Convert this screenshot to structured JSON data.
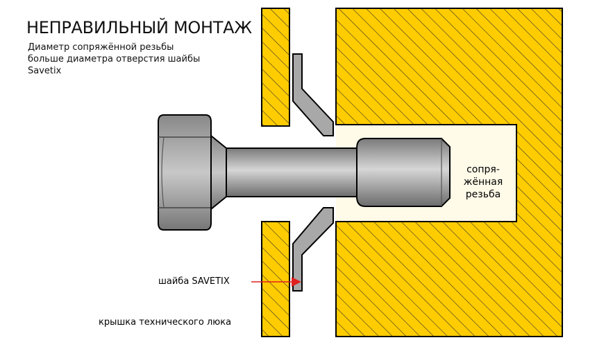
{
  "title": "НЕПРАВИЛЬНЫЙ МОНТАЖ",
  "subtitle_lines": [
    "Диаметр сопряжённой резьбы",
    "больше диаметра отверстия шайбы",
    "Savetix"
  ],
  "labels": {
    "thread_lines": [
      "сопря-",
      "жённая",
      "резьба"
    ],
    "washer": "шайба SAVETIX",
    "hatch_cover": "крышка технического люка"
  },
  "colors": {
    "hatch_fill": "#ffcc00",
    "hatch_lines": "#333333",
    "outline": "#000000",
    "bolt_dark": "#666666",
    "bolt_mid": "#9a9a9a",
    "bolt_light": "#cfcfcf",
    "washer_fill": "#a8a8a8",
    "cavity_fill": "#fffbe8",
    "arrow": "#e02020"
  }
}
